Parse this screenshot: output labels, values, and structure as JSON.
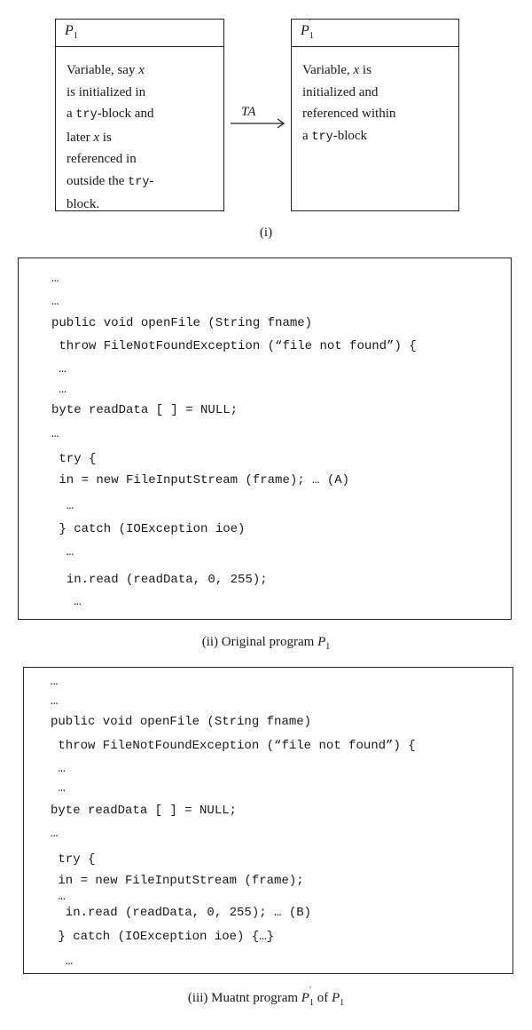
{
  "panel_i": {
    "left_box": {
      "title": "P",
      "title_sub": "1",
      "lines": [
        [
          "Variable, say ",
          {
            "i": "x"
          }
        ],
        [
          "is initialized in"
        ],
        [
          "a ",
          {
            "m": "try"
          },
          "-block and"
        ],
        [
          "later ",
          {
            "i": "x"
          },
          " is"
        ],
        [
          "referenced in"
        ],
        [
          "outside the ",
          {
            "m": "try"
          },
          "-"
        ],
        [
          "block."
        ]
      ]
    },
    "right_box": {
      "title": "P",
      "title_sup": "′",
      "title_sub": "1",
      "lines": [
        [
          "Variable, ",
          {
            "i": "x"
          },
          " is"
        ],
        [
          "initialized and"
        ],
        [
          "referenced within"
        ],
        [
          "a ",
          {
            "m": "try"
          },
          "-block"
        ]
      ]
    },
    "arrow_label": "TA",
    "caption": "(i)"
  },
  "panel_ii": {
    "code_lines": [
      "…",
      "…",
      "public void openFile (String fname)",
      " throw FileNotFoundException (“file not found”) {",
      " …",
      " …",
      "byte readData [ ] = NULL;",
      "…",
      " try {",
      " in = new FileInputStream (frame); … (A)",
      "  …",
      " } catch (IOException ioe)",
      "  …",
      "  in.read (readData, 0, 255);",
      "   …"
    ],
    "caption_prefix": "(ii) Original program ",
    "caption_var": "P",
    "caption_sub": "1"
  },
  "panel_iii": {
    "code_lines": [
      "…",
      "…",
      "public void openFile (String fname)",
      " throw FileNotFoundException (“file not found”) {",
      " …",
      " …",
      "byte readData [ ] = NULL;",
      "…",
      " try {",
      " in = new FileInputStream (frame);",
      " …",
      "  in.read (readData, 0, 255); … (B)",
      " } catch (IOException ioe) {…}",
      "  …"
    ],
    "caption_prefix": "(iii) Muatnt program ",
    "caption_var": "P",
    "caption_sup": "′",
    "caption_sub": "1",
    "caption_mid": " of ",
    "caption_var2": "P",
    "caption_sub2": "1"
  }
}
